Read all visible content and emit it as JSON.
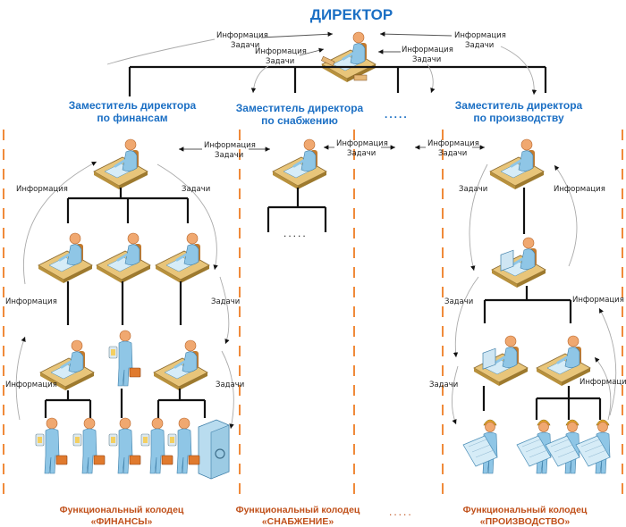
{
  "title": "ДИРЕКТОР",
  "labels": {
    "info": "Информация",
    "tasks": "Задачи",
    "ellipsis": "....."
  },
  "deputies": [
    {
      "line1": "Заместитель директора",
      "line2": "по финансам"
    },
    {
      "line1": "Заместитель директора",
      "line2": "по снабжению"
    },
    {
      "line1": "Заместитель директора",
      "line2": "по производству"
    }
  ],
  "wells": [
    {
      "line1": "Функциональный колодец",
      "line2": "«ФИНАНСЫ»"
    },
    {
      "line1": "Функциональный колодец",
      "line2": "«СНАБЖЕНИЕ»"
    },
    {
      "line1": "Функциональный колодец",
      "line2": "«ПРОИЗВОДСТВО»"
    }
  ],
  "colors": {
    "title_blue": "#1b6fc4",
    "well_orange": "#c0501a",
    "separator_orange": "#f08a3a",
    "person_blue": "#8fc6e6",
    "head_orange": "#f0a870",
    "desk_tan": "#e8c57a",
    "helmet_yellow": "#e2a92c"
  }
}
